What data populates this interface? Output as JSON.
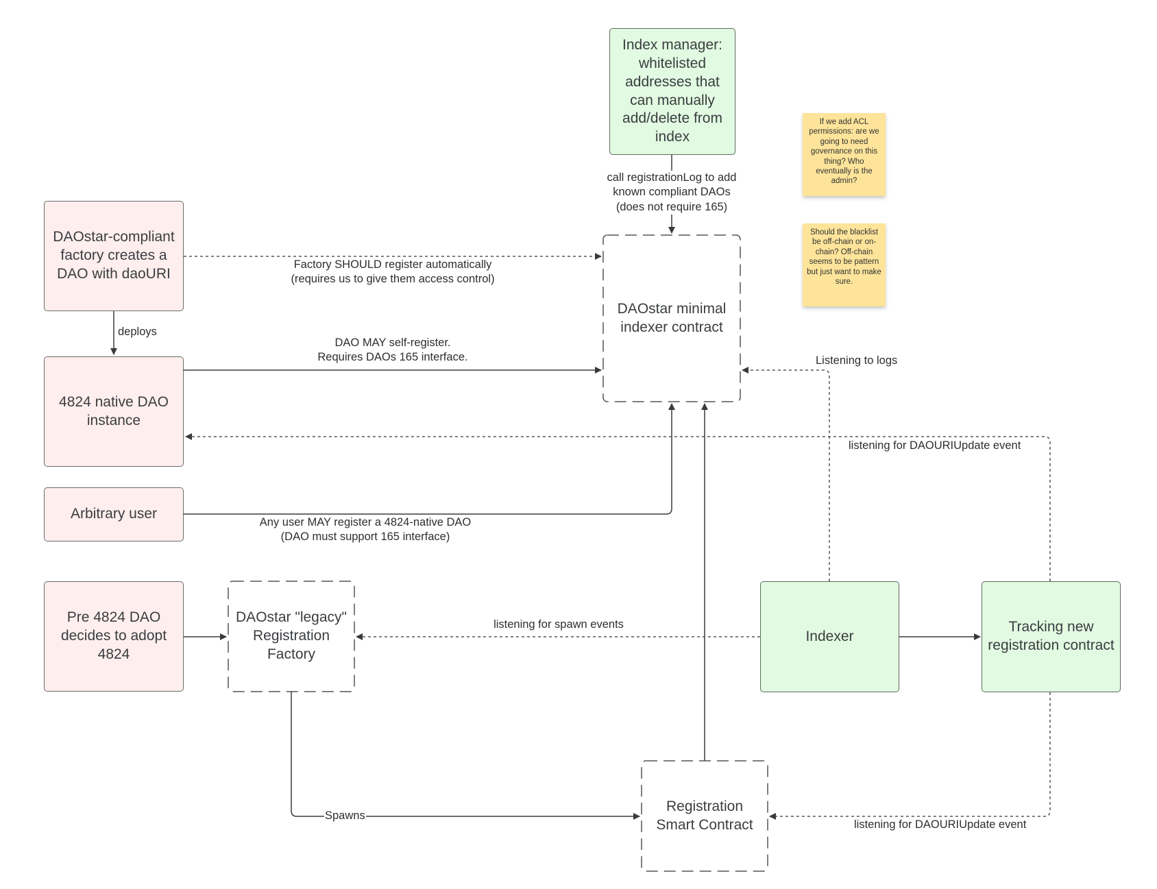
{
  "nodes": {
    "index_manager": "Index manager: whitelisted addresses that can manually add/delete from index",
    "factory": "DAOstar-compliant factory creates a DAO with daoURI",
    "native_dao": "4824 native DAO instance",
    "arbitrary_user": "Arbitrary user",
    "pre_dao": "Pre 4824 DAO decides to adopt 4824",
    "legacy_factory": "DAOstar \"legacy\" Registration Factory",
    "indexer_contract": "DAOstar minimal indexer contract",
    "indexer": "Indexer",
    "tracking": "Tracking new registration contract",
    "registration_contract": "Registration Smart Contract"
  },
  "edge_labels": {
    "manager_call": [
      "call registrationLog to add",
      "known compliant DAOs",
      "(does not require 165)"
    ],
    "factory_register": [
      "Factory SHOULD register automatically",
      "(requires us to give them access control)"
    ],
    "deploys": "deploys",
    "self_register": [
      "DAO MAY self-register.",
      "Requires DAOs 165 interface."
    ],
    "listening_logs": "Listening to logs",
    "listening_daouri_top": "listening for DAOURIUpdate event",
    "any_user": [
      "Any user MAY register a 4824-native DAO",
      "(DAO must support 165 interface)"
    ],
    "spawn_events": "listening for spawn events",
    "spawns": "Spawns",
    "listening_daouri_bottom": "listening for DAOURIUpdate event"
  },
  "notes": {
    "acl": "If we add ACL permissions: are we going to need governance on this thing? Who eventually is the admin?",
    "blacklist": "Should the blacklist be off-chain or on-chain? Off-chain seems to be pattern but just want to make sure."
  },
  "colors": {
    "pink_fill": "#ffeeee",
    "green_fill": "#e1fae1",
    "sticky_fill": "#fde49a",
    "line": "#444444"
  }
}
